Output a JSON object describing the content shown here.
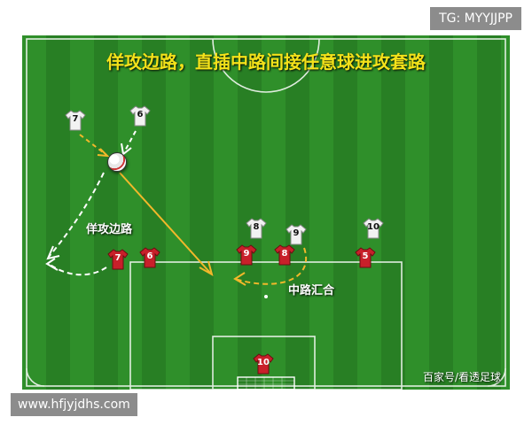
{
  "title": "佯攻边路，直插中路间接任意球进攻套路",
  "labels": {
    "feint_wing": "佯攻边路",
    "center_converge": "中路汇合"
  },
  "credit": "百家号/看透足球",
  "watermarks": {
    "tg": "TG: MYYJJPP",
    "url": "www.hfjyjdhs.com"
  },
  "players": {
    "white": [
      "7",
      "6",
      "8",
      "9",
      "10"
    ],
    "red": [
      "7",
      "6",
      "9",
      "8",
      "5",
      "10"
    ]
  },
  "colors": {
    "title": "#f4e21a",
    "pitch": "#2f8f2a",
    "arrow_white": "#ffffff",
    "arrow_yellow": "#f2b82a",
    "shirt_red": "#c8202a",
    "shirt_white": "#f2f2f2"
  }
}
